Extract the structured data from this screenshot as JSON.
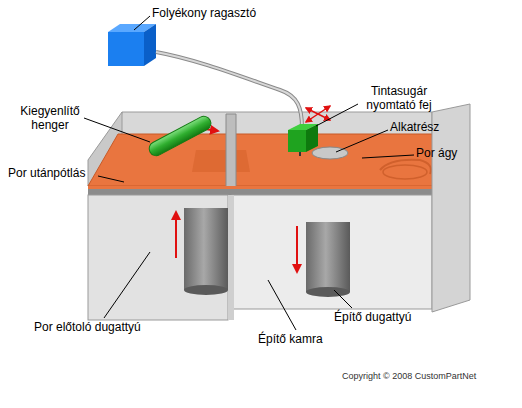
{
  "diagram": {
    "labels": [
      "Folyékony ragasztó",
      "Kiegyenlítő henger",
      "Tintasugár nyomtató fej",
      "Alkatrész",
      "Por ágy",
      "Por utánpótlás",
      "Por előtoló dugattyú",
      "Építő dugattyú",
      "Építő kamra",
      "Copyright © 2008 CustomPartNet"
    ]
  }
}
